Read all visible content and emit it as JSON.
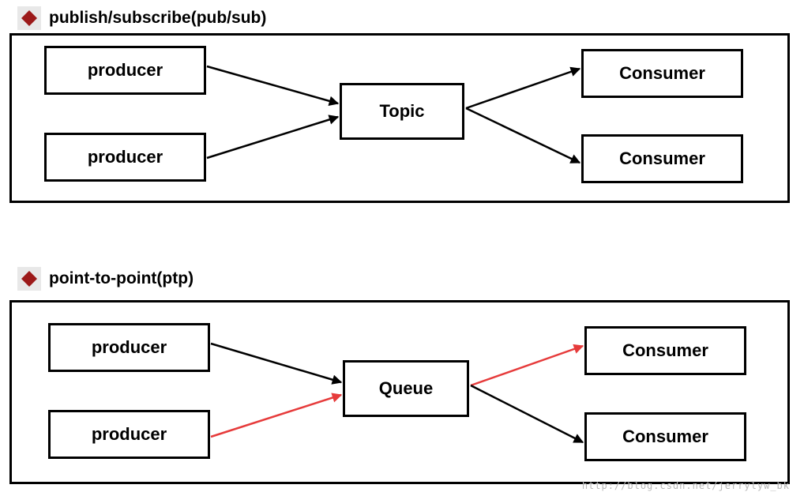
{
  "colors": {
    "line": "#000000",
    "highlight": "#e63b3b",
    "bullet": "#9c1a1a"
  },
  "sections": [
    {
      "title": "publish/subscribe(pub/sub)",
      "bullet_icon": "red-diamond-icon",
      "producers": [
        "producer",
        "producer"
      ],
      "hub": "Topic",
      "consumers": [
        "Consumer",
        "Consumer"
      ]
    },
    {
      "title": "point-to-point(ptp)",
      "bullet_icon": "red-diamond-icon",
      "producers": [
        "producer",
        "producer"
      ],
      "hub": "Queue",
      "consumers": [
        "Consumer",
        "Consumer"
      ]
    }
  ],
  "watermark": "http://blog.csdn.net/jerrylyw_bk"
}
